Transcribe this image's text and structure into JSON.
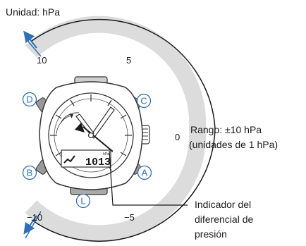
{
  "title": "Unidad: hPa",
  "scale_labels": {
    "plus10": "10",
    "plus5": "5",
    "zero": "0",
    "minus5": "−5",
    "minus10": "−10"
  },
  "range_label": {
    "line1": "Rango: ±10 hPa",
    "line2": "(unidades de 1 hPa)"
  },
  "indicator_label": {
    "line1": "Indicador del",
    "line2": "diferencial de",
    "line3": "presión"
  },
  "buttons": {
    "D": "D",
    "C": "C",
    "B": "B",
    "A": "A",
    "L": "L"
  },
  "display": {
    "digits": "1013",
    "small_text": "hPa"
  },
  "colors": {
    "arc": "#dcdcdc",
    "button_letters": "#2f6fb4",
    "arrows": "#2f6fb4",
    "line": "#1a1a1a"
  }
}
